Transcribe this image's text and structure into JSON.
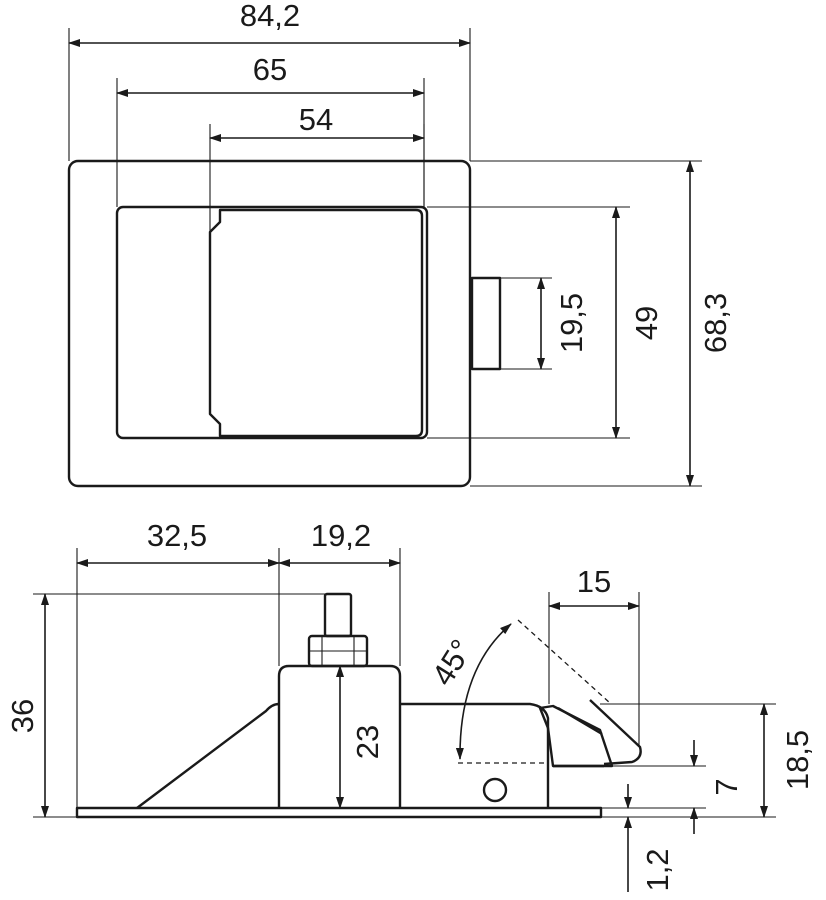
{
  "top_view": {
    "overall_width": "84,2",
    "opening_width": "65",
    "paddle_width": "54",
    "overall_height": "68,3",
    "opening_height": "49",
    "bolt_height": "19,5"
  },
  "side_view": {
    "left_offset": "32,5",
    "housing_width": "19,2",
    "total_height": "36",
    "housing_height": "23",
    "angle": "45°",
    "lever_length": "15",
    "lever_height": "18,5",
    "bolt_height": "7",
    "plate_thickness": "1,2"
  },
  "colors": {
    "line": "#1a1a1a",
    "background": "#ffffff"
  }
}
